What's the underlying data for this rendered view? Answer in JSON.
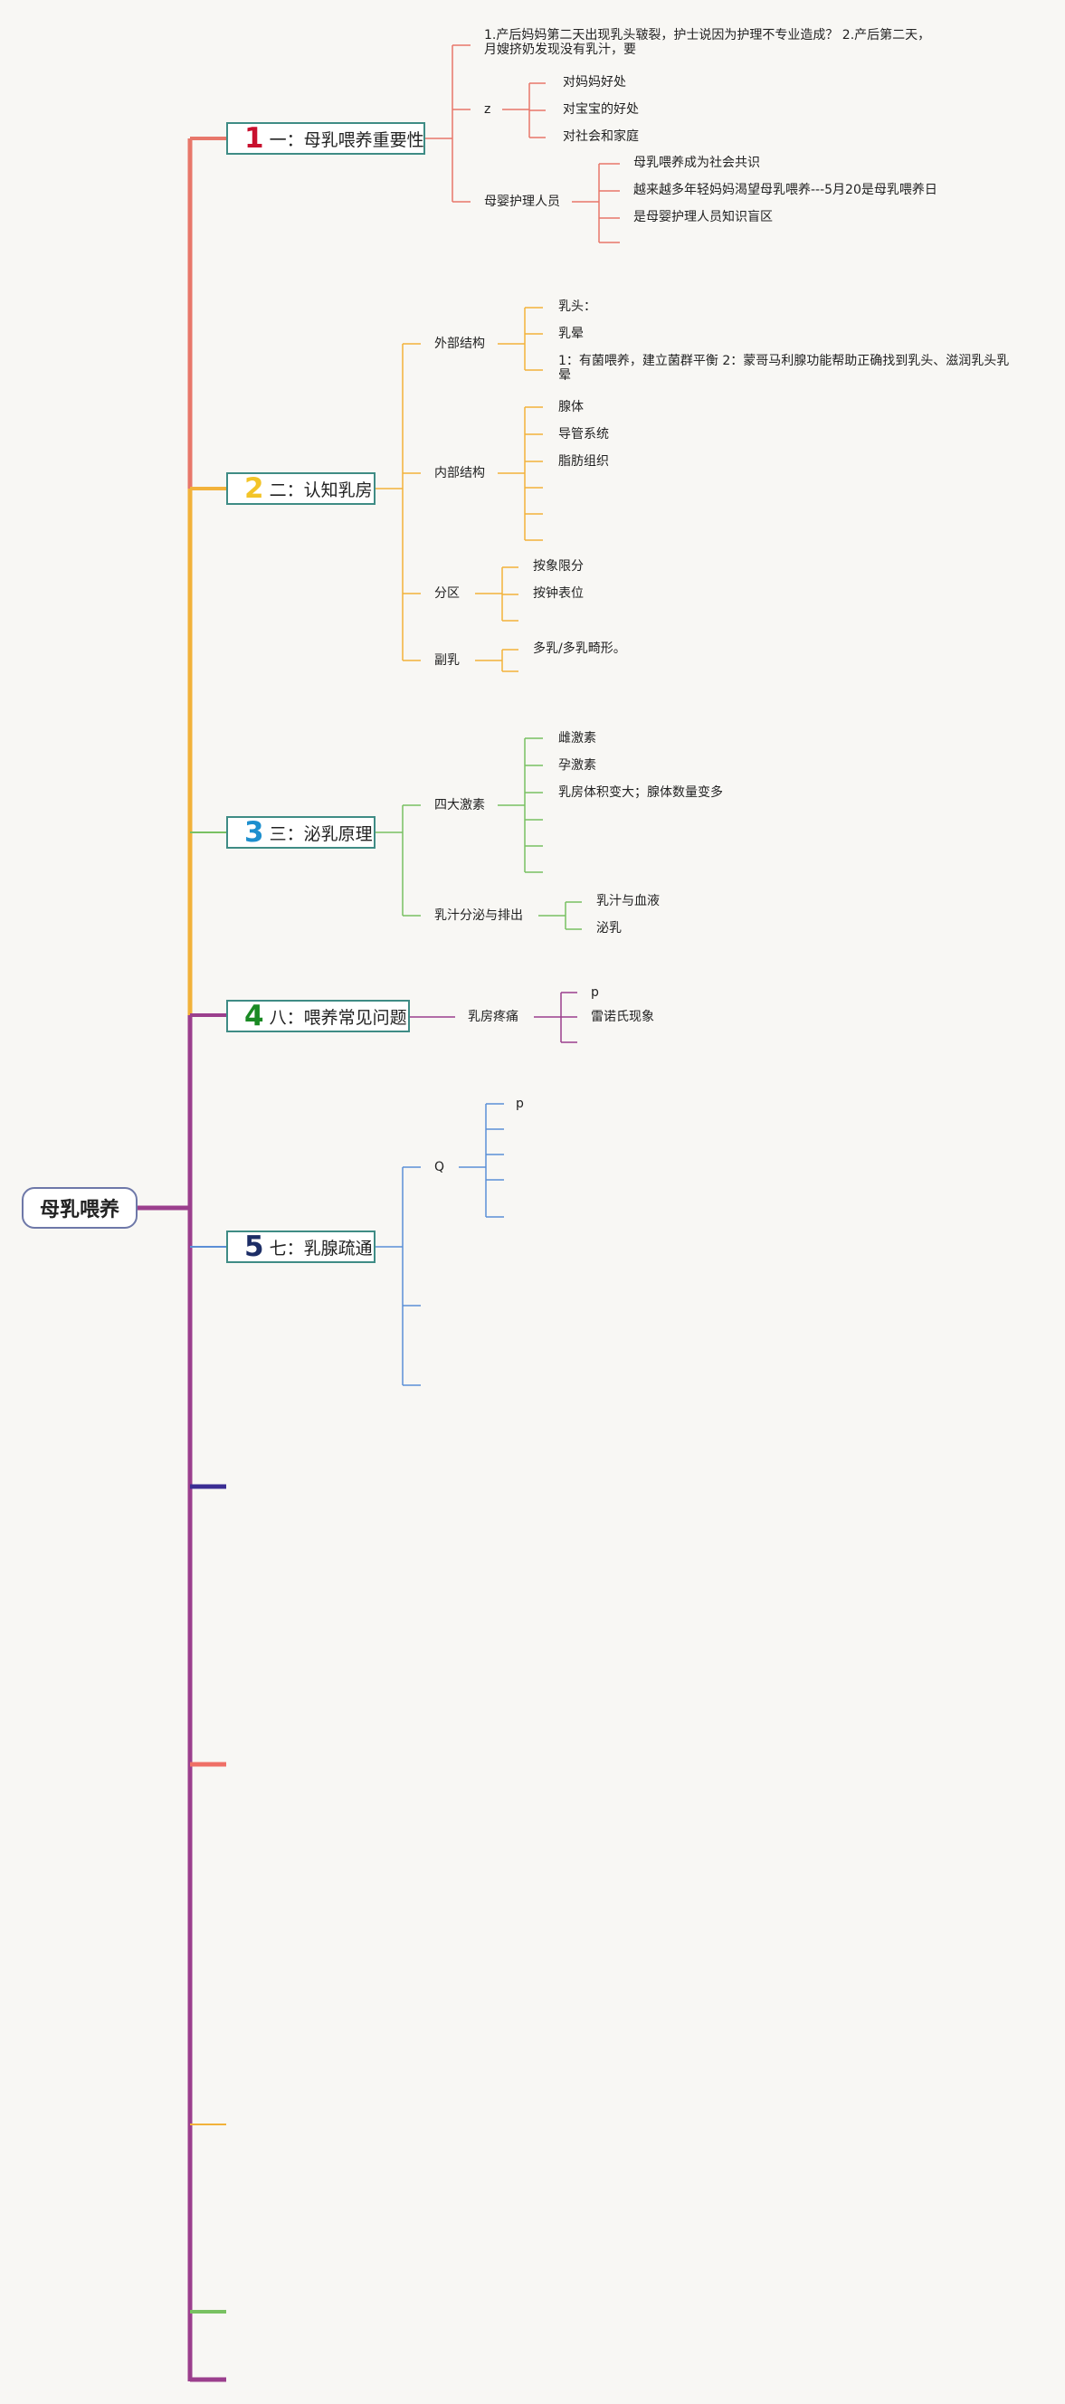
{
  "colors": {
    "b1": "#e8776a",
    "b2": "#f2b23a",
    "b3": "#79c162",
    "b4": "#9b3f8d",
    "b5": "#5b8fd6",
    "b6": "#3b2e93",
    "b7": "#ef6f66",
    "b8": "#f2b23a",
    "b9": "#79c162",
    "num1": "#c8102e",
    "num2": "#f3c428",
    "num3": "#1d8fce",
    "num4": "#1a8a24",
    "num5": "#1c2d66",
    "root_border": "#6e78a8",
    "topic_border": "#3f8c85"
  },
  "root": {
    "label": "母乳喂养"
  },
  "topics": [
    {
      "num": "1",
      "label": "一：母乳喂养重要性",
      "children": [
        {
          "label": "1.产后妈妈第二天出现乳头皲裂，护士说因为护理不专业造成？ 2.产后第二天，月嫂挤奶发现没有乳汁，要"
        },
        {
          "label": "z",
          "children": [
            {
              "label": "对妈妈好处"
            },
            {
              "label": "对宝宝的好处"
            },
            {
              "label": "对社会和家庭"
            }
          ]
        },
        {
          "label": "母婴护理人员",
          "children": [
            {
              "label": "母乳喂养成为社会共识"
            },
            {
              "label": "越来越多年轻妈妈渴望母乳喂养---5月20是母乳喂养日"
            },
            {
              "label": "是母婴护理人员知识盲区"
            }
          ]
        }
      ]
    },
    {
      "num": "2",
      "label": "二：认知乳房",
      "children": [
        {
          "label": "外部结构",
          "children": [
            {
              "label": "乳头："
            },
            {
              "label": "乳晕"
            },
            {
              "label": "1：有菌喂养，建立菌群平衡 2：蒙哥马利腺功能帮助正确找到乳头、滋润乳头乳晕"
            }
          ]
        },
        {
          "label": "内部结构",
          "children": [
            {
              "label": "腺体"
            },
            {
              "label": "导管系统"
            },
            {
              "label": "脂肪组织"
            },
            {
              "label": ""
            },
            {
              "label": ""
            },
            {
              "label": ""
            }
          ]
        },
        {
          "label": "分区",
          "children": [
            {
              "label": "按象限分"
            },
            {
              "label": "按钟表位"
            },
            {
              "label": ""
            }
          ]
        },
        {
          "label": "副乳",
          "children": [
            {
              "label": "多乳/多乳畸形。"
            },
            {
              "label": ""
            }
          ]
        }
      ]
    },
    {
      "num": "3",
      "label": "三：泌乳原理",
      "children": [
        {
          "label": "四大激素",
          "children": [
            {
              "label": "雌激素"
            },
            {
              "label": "孕激素"
            },
            {
              "label": "乳房体积变大；腺体数量变多"
            },
            {
              "label": ""
            },
            {
              "label": ""
            },
            {
              "label": ""
            }
          ]
        },
        {
          "label": "乳汁分泌与排出",
          "children": [
            {
              "label": "乳汁与血液"
            },
            {
              "label": "泌乳"
            }
          ]
        }
      ]
    },
    {
      "num": "4",
      "label": "八：喂养常见问题",
      "children": [
        {
          "label": "乳房疼痛",
          "children": [
            {
              "label": "p"
            },
            {
              "label": "雷诺氏现象"
            },
            {
              "label": ""
            }
          ]
        }
      ]
    },
    {
      "num": "5",
      "label": "七：乳腺疏通",
      "children": [
        {
          "label": "Q",
          "children": [
            {
              "label": "p"
            },
            {
              "label": ""
            },
            {
              "label": ""
            },
            {
              "label": ""
            },
            {
              "label": ""
            }
          ]
        },
        {
          "label": ""
        },
        {
          "label": ""
        }
      ]
    }
  ]
}
